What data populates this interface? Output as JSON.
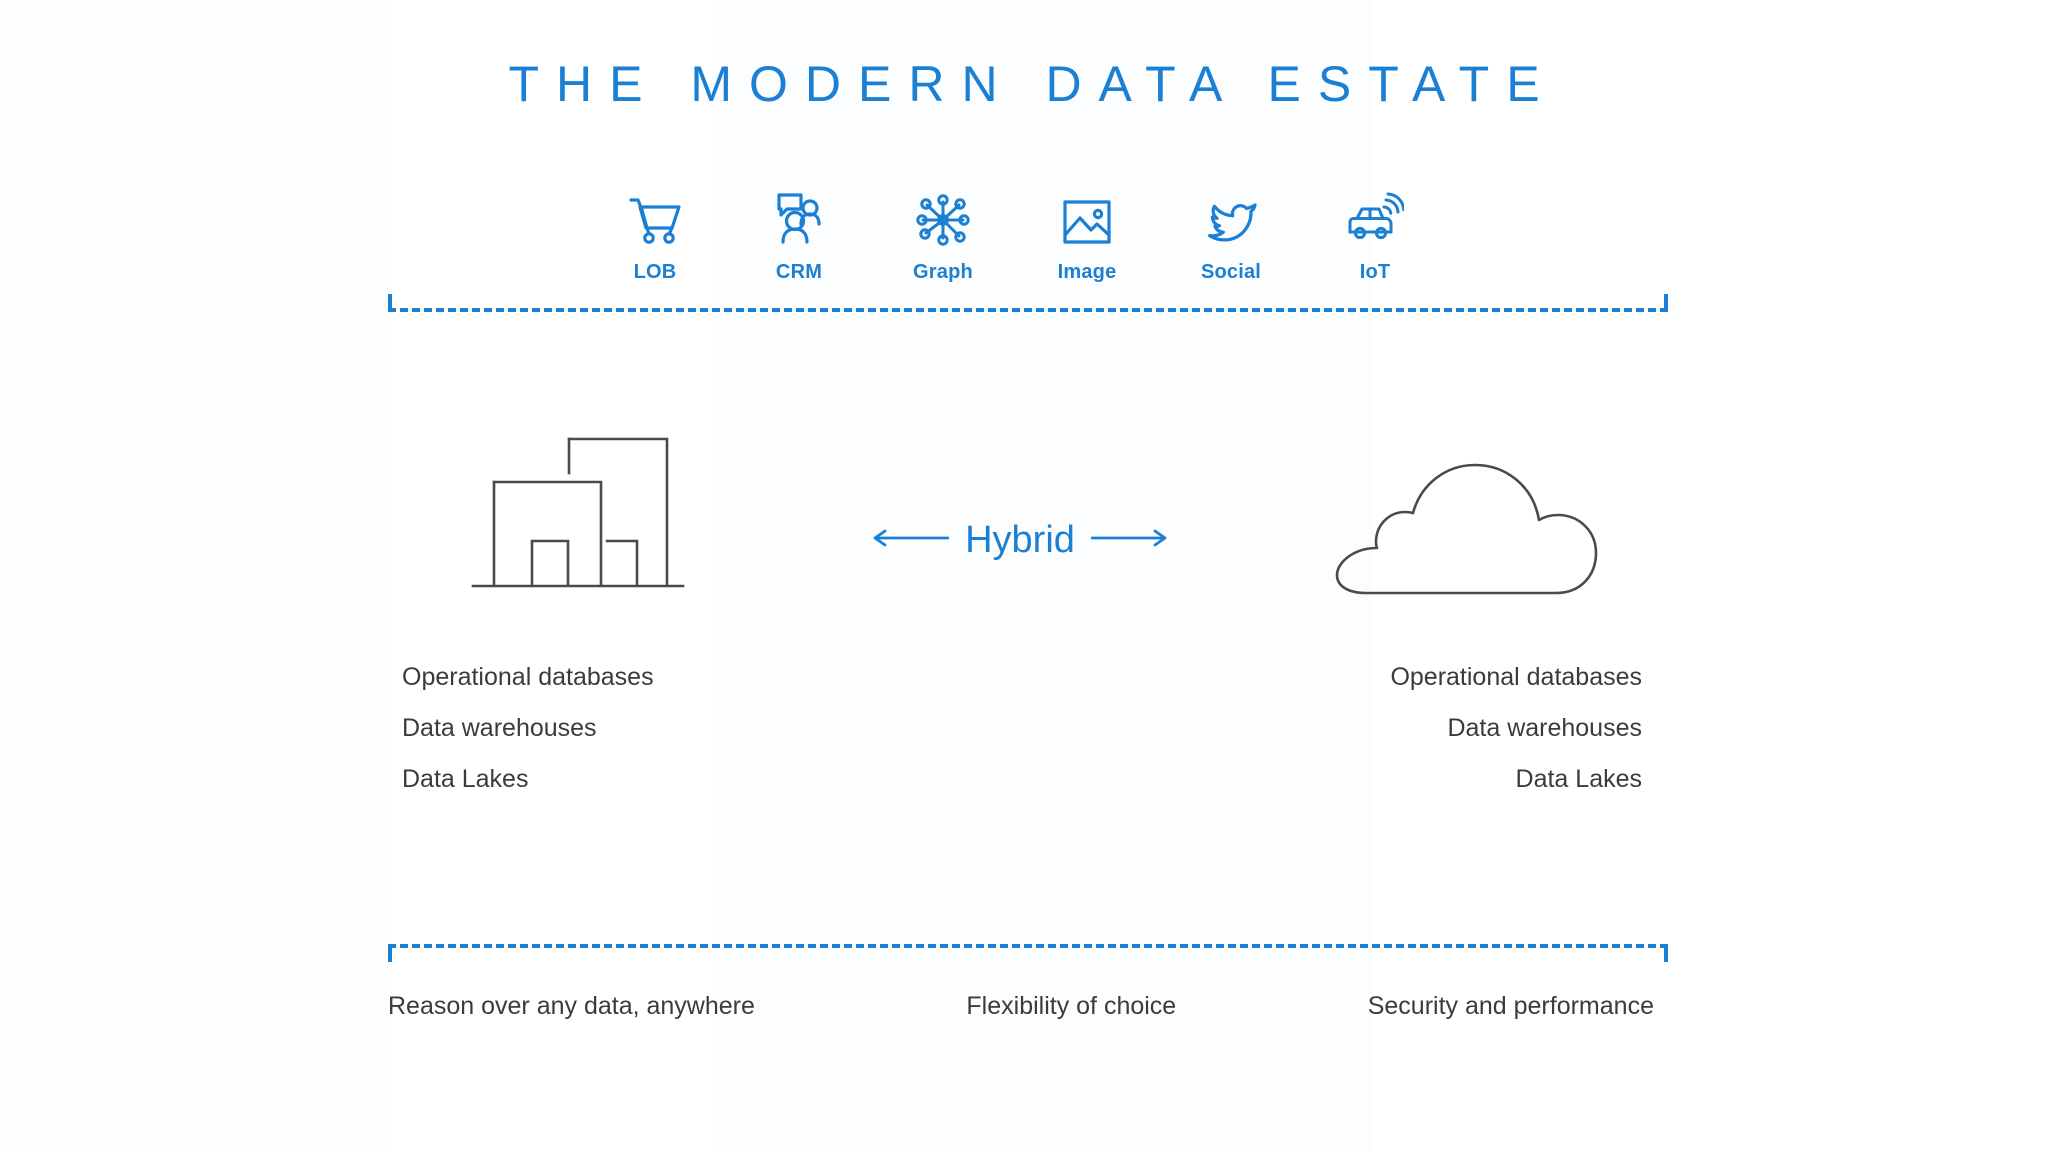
{
  "slide": {
    "title": "THE MODERN DATA ESTATE",
    "accent_color": "#1b7fd4",
    "text_color": "#3b3b3b",
    "background_color": "#ffffff"
  },
  "sources": {
    "items": [
      {
        "label": "LOB",
        "icon": "shopping-cart-icon"
      },
      {
        "label": "CRM",
        "icon": "people-chat-icon"
      },
      {
        "label": "Graph",
        "icon": "node-graph-icon"
      },
      {
        "label": "Image",
        "icon": "picture-icon"
      },
      {
        "label": "Social",
        "icon": "bird-icon"
      },
      {
        "label": "IoT",
        "icon": "connected-car-icon"
      }
    ]
  },
  "hybrid": {
    "label": "Hybrid",
    "left_arrow_icon": "arrow-left-icon",
    "right_arrow_icon": "arrow-right-icon"
  },
  "estates": {
    "on_premises": {
      "art_icon": "office-building-icon",
      "items": [
        "Operational databases",
        "Data warehouses",
        "Data Lakes"
      ]
    },
    "cloud": {
      "art_icon": "cloud-icon",
      "items": [
        "Operational databases",
        "Data warehouses",
        "Data Lakes"
      ]
    }
  },
  "values": {
    "items": [
      "Reason over any data, anywhere",
      "Flexibility of choice",
      "Security and performance"
    ]
  }
}
